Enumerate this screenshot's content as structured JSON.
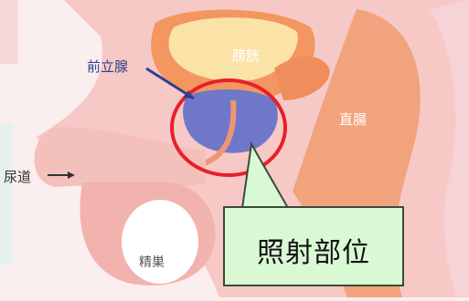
{
  "labels": {
    "bladder": "膀胱",
    "prostate": "前立腺",
    "rectum": "直腸",
    "urethra": "尿道",
    "testis": "精巣"
  },
  "callout": {
    "text": "照射部位"
  },
  "colors": {
    "tissue_pink": "#f3b8b8",
    "bladder_orange": "#ee8a55",
    "bladder_yellow": "#fbe3a8",
    "prostate_blue": "#7078c8",
    "highlight_circle": "#e8202a",
    "callout_fill": "#d9f8d4"
  }
}
